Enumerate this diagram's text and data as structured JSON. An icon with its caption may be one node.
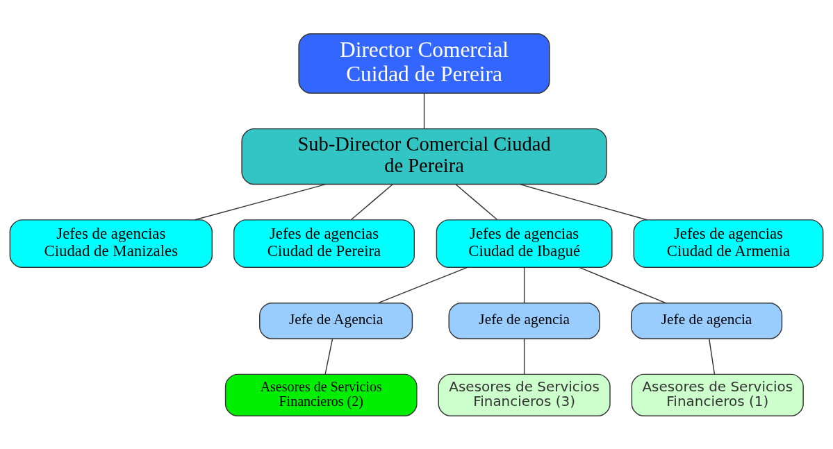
{
  "diagram": {
    "nodes": [
      {
        "text": [
          "Director Comercial Cuidad de Pereira"
        ]
      },
      {
        "text": [
          "Sub-Director Comercial Ciudad de Pereira"
        ]
      },
      {
        "text": [
          "Jefes de agencias Ciudad de Manizales"
        ]
      },
      {
        "text": [
          "Jefes de agencias Ciudad de Pereira"
        ]
      },
      {
        "text": [
          "Jefes de agencias Ciudad de Ibagué"
        ]
      },
      {
        "text": [
          "Jefes de agencias Ciudad de Armenia"
        ]
      },
      {
        "text": [
          "Jefe de Agencia"
        ]
      },
      {
        "text": [
          "Jefe de agencia"
        ]
      },
      {
        "text": [
          "Jefe de agencia"
        ]
      },
      {
        "text": [
          "Asesores de Servicios Financieros (2)"
        ]
      },
      {
        "text": [
          "Asesores de Servicios Financieros (3)"
        ]
      },
      {
        "text": [
          "Asesores de Servicios Financieros (1)"
        ]
      }
    ],
    "edges": [
      {
        "from": 0,
        "to": 1,
        "arrow": "none"
      },
      {
        "from": 1,
        "to": 2,
        "arrow": "none"
      },
      {
        "from": 1,
        "to": 3,
        "arrow": "none"
      },
      {
        "from": 1,
        "to": 4,
        "arrow": "none"
      },
      {
        "from": 1,
        "to": 5,
        "arrow": "none"
      },
      {
        "from": 4,
        "to": 6,
        "arrow": "none"
      },
      {
        "from": 4,
        "to": 7,
        "arrow": "none"
      },
      {
        "from": 4,
        "to": 8,
        "arrow": "none"
      },
      {
        "from": 6,
        "to": 9,
        "arrow": "none"
      },
      {
        "from": 7,
        "to": 10,
        "arrow": "none"
      },
      {
        "from": 8,
        "to": 11,
        "arrow": "none"
      }
    ]
  }
}
